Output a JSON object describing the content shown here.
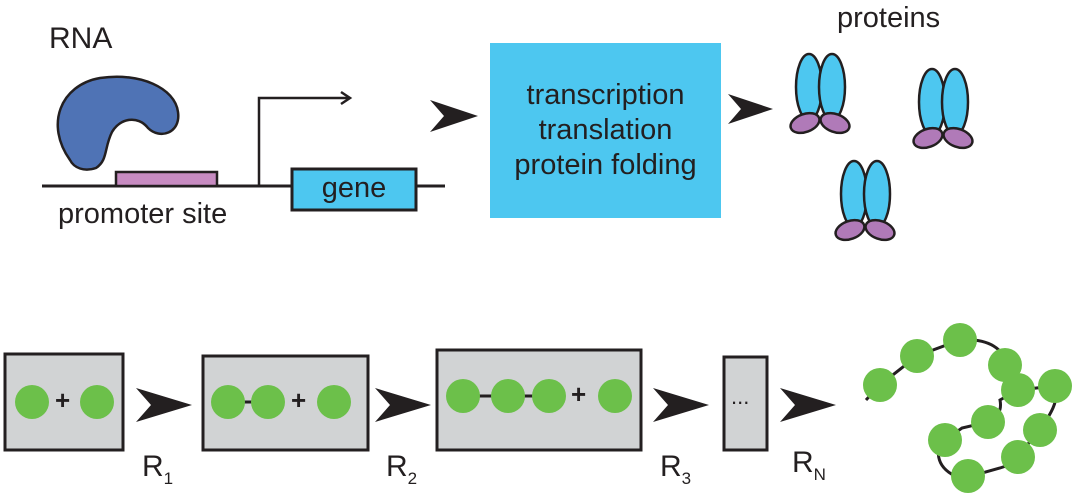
{
  "labels": {
    "rna": "RNA",
    "promoter_site": "promoter site",
    "gene": "gene",
    "proteins": "proteins",
    "process_steps": [
      "transcription",
      "translation",
      "protein folding"
    ],
    "plus": "+",
    "ellipsis": "...",
    "reactions": [
      {
        "base": "R",
        "sub": "1"
      },
      {
        "base": "R",
        "sub": "2"
      },
      {
        "base": "R",
        "sub": "3"
      },
      {
        "base": "R",
        "sub": "N"
      }
    ]
  },
  "colors": {
    "rna_polymerase": "#4f73b5",
    "promoter": "#c78bc1",
    "gene": "#4dc7f0",
    "process_box": "#4dc7f0",
    "protein_body": "#4dc7f0",
    "protein_base": "#b07ab8",
    "monomer": "#6cc04a",
    "reaction_box": "#d1d3d4",
    "stroke": "#231f20"
  }
}
